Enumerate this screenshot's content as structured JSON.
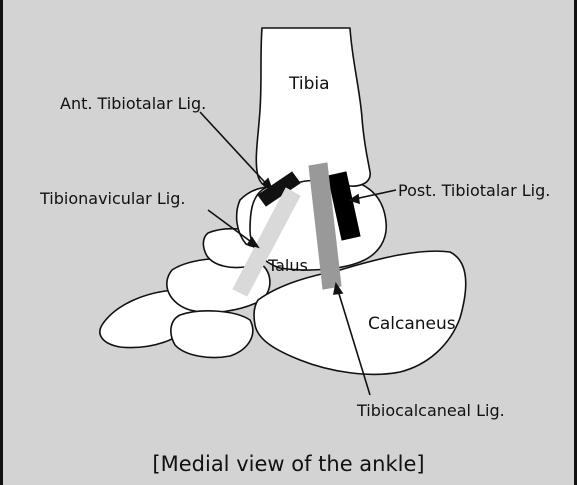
{
  "labels": {
    "tibia": "Tibia",
    "talus": "Talus",
    "calcaneus": "Calcaneus",
    "ant_tibiotalar": "Ant. Tibiotalar Lig.",
    "tibionavicular": "Tibionavicular Lig.",
    "post_tibiotalar": "Post. Tibiotalar Lig.",
    "tibiocalcaneal": "Tibiocalcaneal Lig."
  },
  "caption": "[Medial view of the ankle]",
  "colors": {
    "background": "#d3d3d3",
    "bone_fill": "#ffffff",
    "outline": "#111111",
    "ant_tibiotalar_ligament": "#111111",
    "post_tibiotalar_ligament": "#000000",
    "tibionavicular_ligament": "#d9d9d9",
    "tibiocalcaneal_ligament": "#999999"
  }
}
